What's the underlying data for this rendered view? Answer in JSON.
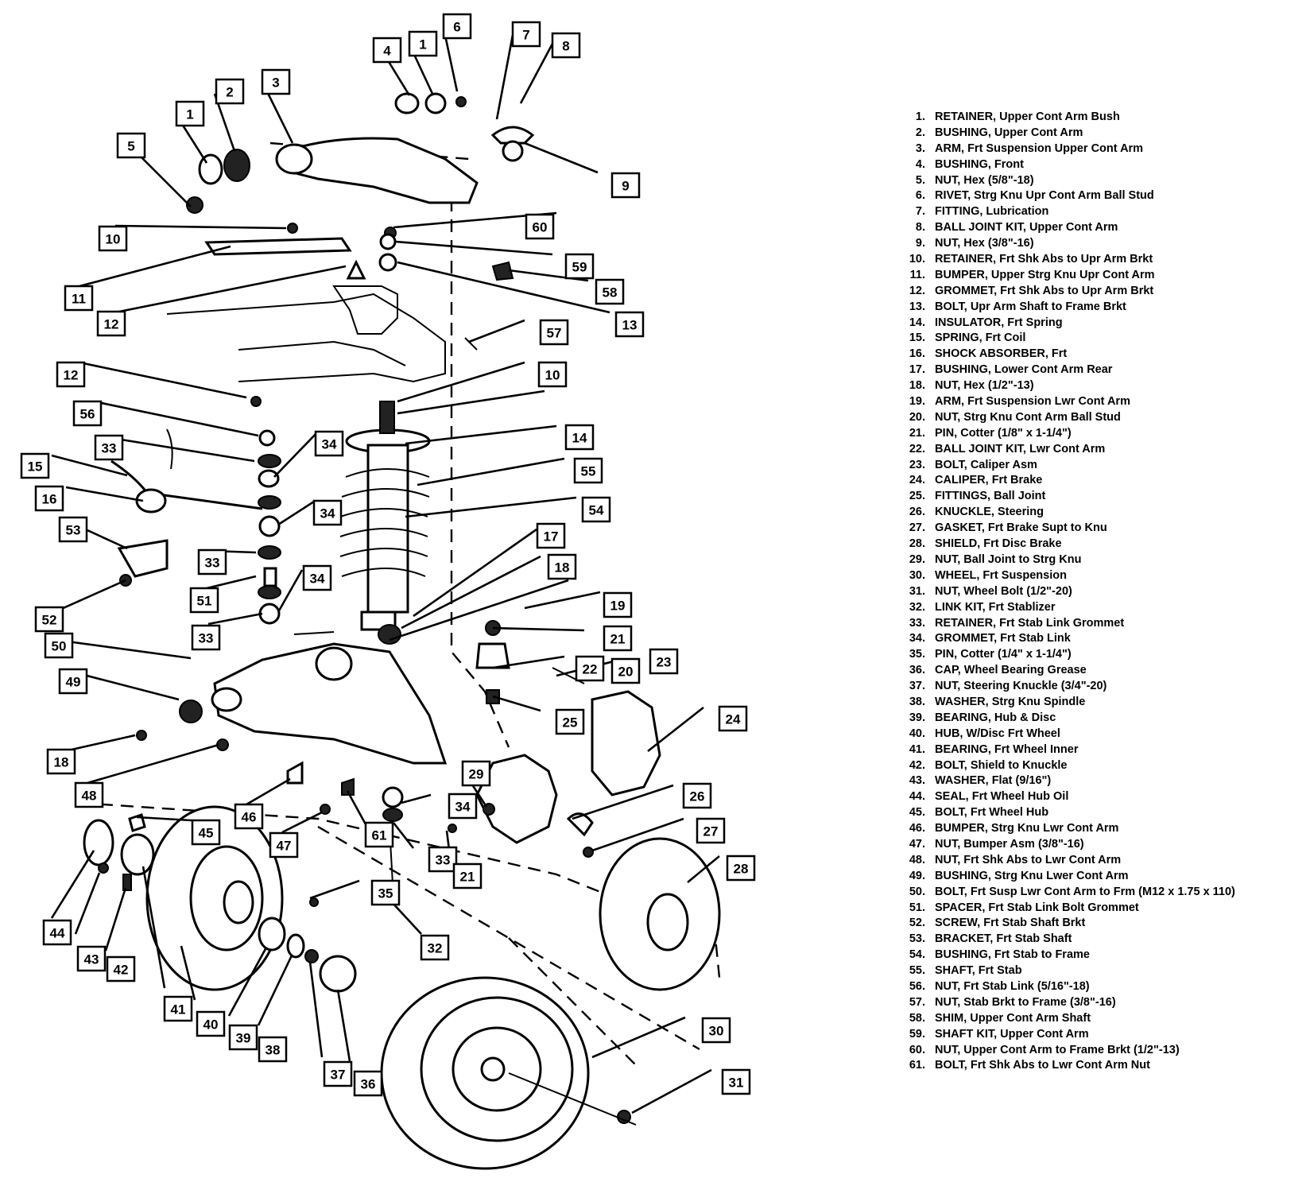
{
  "parts": [
    {
      "no": "1.",
      "label": "RETAINER, Upper Cont Arm Bush"
    },
    {
      "no": "2.",
      "label": "BUSHING, Upper Cont Arm"
    },
    {
      "no": "3.",
      "label": "ARM, Frt Suspension Upper Cont Arm"
    },
    {
      "no": "4.",
      "label": "BUSHING, Front"
    },
    {
      "no": "5.",
      "label": "NUT, Hex (5/8\"-18)"
    },
    {
      "no": "6.",
      "label": "RIVET, Strg Knu Upr Cont Arm Ball Stud"
    },
    {
      "no": "7.",
      "label": "FITTING, Lubrication"
    },
    {
      "no": "8.",
      "label": "BALL JOINT KIT, Upper Cont Arm"
    },
    {
      "no": "9.",
      "label": "NUT, Hex (3/8\"-16)"
    },
    {
      "no": "10.",
      "label": "RETAINER, Frt Shk Abs to Upr Arm Brkt"
    },
    {
      "no": "11.",
      "label": "BUMPER, Upper Strg Knu Upr Cont Arm"
    },
    {
      "no": "12.",
      "label": "GROMMET, Frt Shk Abs to Upr Arm Brkt"
    },
    {
      "no": "13.",
      "label": "BOLT, Upr Arm Shaft to Frame Brkt"
    },
    {
      "no": "14.",
      "label": "INSULATOR, Frt Spring"
    },
    {
      "no": "15.",
      "label": "SPRING, Frt Coil"
    },
    {
      "no": "16.",
      "label": "SHOCK ABSORBER, Frt"
    },
    {
      "no": "17.",
      "label": "BUSHING, Lower Cont Arm Rear"
    },
    {
      "no": "18.",
      "label": "NUT, Hex (1/2\"-13)"
    },
    {
      "no": "19.",
      "label": "ARM, Frt Suspension Lwr Cont Arm"
    },
    {
      "no": "20.",
      "label": "NUT, Strg Knu Cont Arm Ball Stud"
    },
    {
      "no": "21.",
      "label": "PIN, Cotter (1/8\" x 1-1/4\")"
    },
    {
      "no": "22.",
      "label": "BALL JOINT KIT, Lwr Cont Arm"
    },
    {
      "no": "23.",
      "label": "BOLT, Caliper Asm"
    },
    {
      "no": "24.",
      "label": "CALIPER, Frt Brake"
    },
    {
      "no": "25.",
      "label": "FITTINGS, Ball Joint"
    },
    {
      "no": "26.",
      "label": "KNUCKLE, Steering"
    },
    {
      "no": "27.",
      "label": "GASKET, Frt Brake Supt to Knu"
    },
    {
      "no": "28.",
      "label": "SHIELD, Frt Disc Brake"
    },
    {
      "no": "29.",
      "label": "NUT, Ball Joint to Strg Knu"
    },
    {
      "no": "30.",
      "label": "WHEEL, Frt Suspension"
    },
    {
      "no": "31.",
      "label": "NUT, Wheel Bolt (1/2\"-20)"
    },
    {
      "no": "32.",
      "label": "LINK KIT, Frt Stablizer"
    },
    {
      "no": "33.",
      "label": "RETAINER, Frt Stab Link Grommet"
    },
    {
      "no": "34.",
      "label": "GROMMET, Frt Stab Link"
    },
    {
      "no": "35.",
      "label": "PIN, Cotter (1/4\" x 1-1/4\")"
    },
    {
      "no": "36.",
      "label": "CAP, Wheel Bearing Grease"
    },
    {
      "no": "37.",
      "label": "NUT, Steering Knuckle (3/4\"-20)"
    },
    {
      "no": "38.",
      "label": "WASHER, Strg Knu Spindle"
    },
    {
      "no": "39.",
      "label": "BEARING, Hub & Disc"
    },
    {
      "no": "40.",
      "label": "HUB, W/Disc Frt Wheel"
    },
    {
      "no": "41.",
      "label": "BEARING, Frt Wheel Inner"
    },
    {
      "no": "42.",
      "label": "BOLT, Shield to Knuckle"
    },
    {
      "no": "43.",
      "label": "WASHER, Flat (9/16\")"
    },
    {
      "no": "44.",
      "label": "SEAL, Frt Wheel Hub Oil"
    },
    {
      "no": "45.",
      "label": "BOLT, Frt Wheel Hub"
    },
    {
      "no": "46.",
      "label": "BUMPER, Strg Knu Lwr Cont Arm"
    },
    {
      "no": "47.",
      "label": "NUT, Bumper Asm (3/8\"-16)"
    },
    {
      "no": "48.",
      "label": "NUT, Frt Shk Abs to Lwr Cont Arm"
    },
    {
      "no": "49.",
      "label": "BUSHING, Strg Knu Lwer Cont Arm"
    },
    {
      "no": "50.",
      "label": "BOLT, Frt Susp Lwr Cont Arm to Frm (M12 x 1.75 x 110)"
    },
    {
      "no": "51.",
      "label": "SPACER, Frt Stab Link Bolt Grommet"
    },
    {
      "no": "52.",
      "label": "SCREW, Frt Stab Shaft Brkt"
    },
    {
      "no": "53.",
      "label": "BRACKET, Frt Stab Shaft"
    },
    {
      "no": "54.",
      "label": "BUSHING, Frt Stab to Frame"
    },
    {
      "no": "55.",
      "label": "SHAFT, Frt Stab"
    },
    {
      "no": "56.",
      "label": "NUT, Frt Stab Link (5/16\"-18)"
    },
    {
      "no": "57.",
      "label": "NUT, Stab Brkt to Frame (3/8\"-16)"
    },
    {
      "no": "58.",
      "label": "SHIM, Upper Cont Arm Shaft"
    },
    {
      "no": "59.",
      "label": "SHAFT KIT, Upper Cont Arm"
    },
    {
      "no": "60.",
      "label": "NUT, Upper Cont Arm to Frame Brkt (1/2\"-13)"
    },
    {
      "no": "61.",
      "label": "BOLT, Frt Shk Abs to Lwr Cont Arm Nut"
    }
  ],
  "callouts": [
    "5",
    "1",
    "2",
    "3",
    "4",
    "1",
    "6",
    "7",
    "8",
    "9",
    "60",
    "10",
    "59",
    "11",
    "58",
    "12",
    "13",
    "57",
    "12",
    "10",
    "56",
    "14",
    "33",
    "34",
    "55",
    "15",
    "54",
    "16",
    "53",
    "34",
    "17",
    "33",
    "18",
    "51",
    "34",
    "19",
    "52",
    "21",
    "33",
    "50",
    "20",
    "22",
    "23",
    "49",
    "25",
    "24",
    "18",
    "29",
    "48",
    "26",
    "34",
    "46",
    "61",
    "45",
    "27",
    "47",
    "33",
    "21",
    "28",
    "44",
    "35",
    "43",
    "32",
    "42",
    "41",
    "40",
    "39",
    "38",
    "37",
    "36",
    "30",
    "31"
  ]
}
